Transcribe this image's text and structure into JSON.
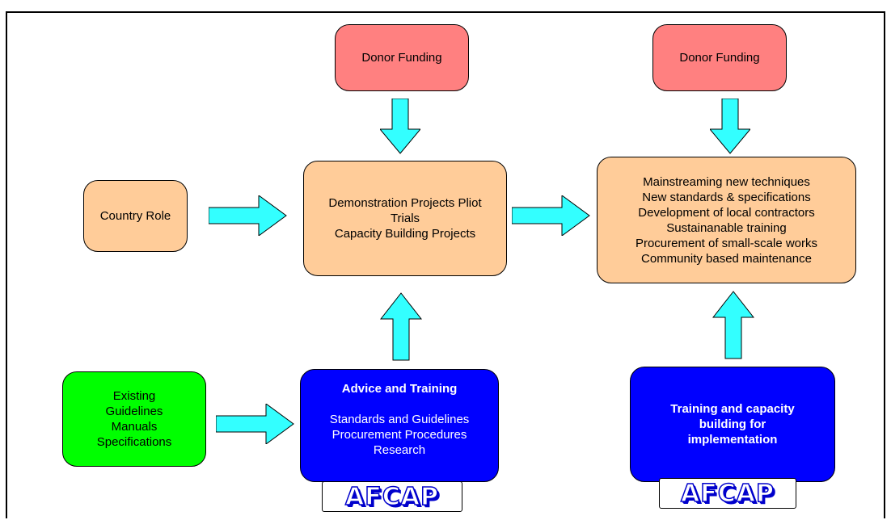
{
  "nodes": {
    "donor_funding_1": {
      "label": "Donor Funding"
    },
    "donor_funding_2": {
      "label": "Donor Funding"
    },
    "country_role": {
      "label": "Country Role"
    },
    "demonstration": {
      "lines": [
        "Demonstration Projects Pliot",
        "Trials",
        "Capacity Building Projects"
      ]
    },
    "mainstreaming": {
      "lines": [
        "Mainstreaming new techniques",
        "New standards & specifications",
        "Development of local contractors",
        "Sustainanable training",
        "Procurement of small-scale works",
        "Community based maintenance"
      ]
    },
    "existing": {
      "lines": [
        "Existing",
        "Guidelines",
        "Manuals",
        "Specifications"
      ]
    },
    "advice_training": {
      "title": "Advice and Training",
      "lines": [
        "Standards and Guidelines",
        "Procurement Procedures",
        "Research"
      ]
    },
    "training_capacity": {
      "lines": [
        "Training and capacity",
        "building for",
        "implementation"
      ]
    }
  },
  "logos": {
    "afcap_1": "AFCAP",
    "afcap_2": "AFCAP"
  },
  "colors": {
    "donor": "#ff8080",
    "tan": "#ffcc99",
    "green": "#00ff00",
    "blue": "#0000ff",
    "arrow": "#33ffff"
  },
  "edges": [
    {
      "from": "donor_funding_1",
      "to": "demonstration"
    },
    {
      "from": "donor_funding_2",
      "to": "mainstreaming"
    },
    {
      "from": "country_role",
      "to": "demonstration"
    },
    {
      "from": "demonstration",
      "to": "mainstreaming"
    },
    {
      "from": "existing",
      "to": "advice_training"
    },
    {
      "from": "advice_training",
      "to": "demonstration"
    },
    {
      "from": "training_capacity",
      "to": "mainstreaming"
    }
  ]
}
